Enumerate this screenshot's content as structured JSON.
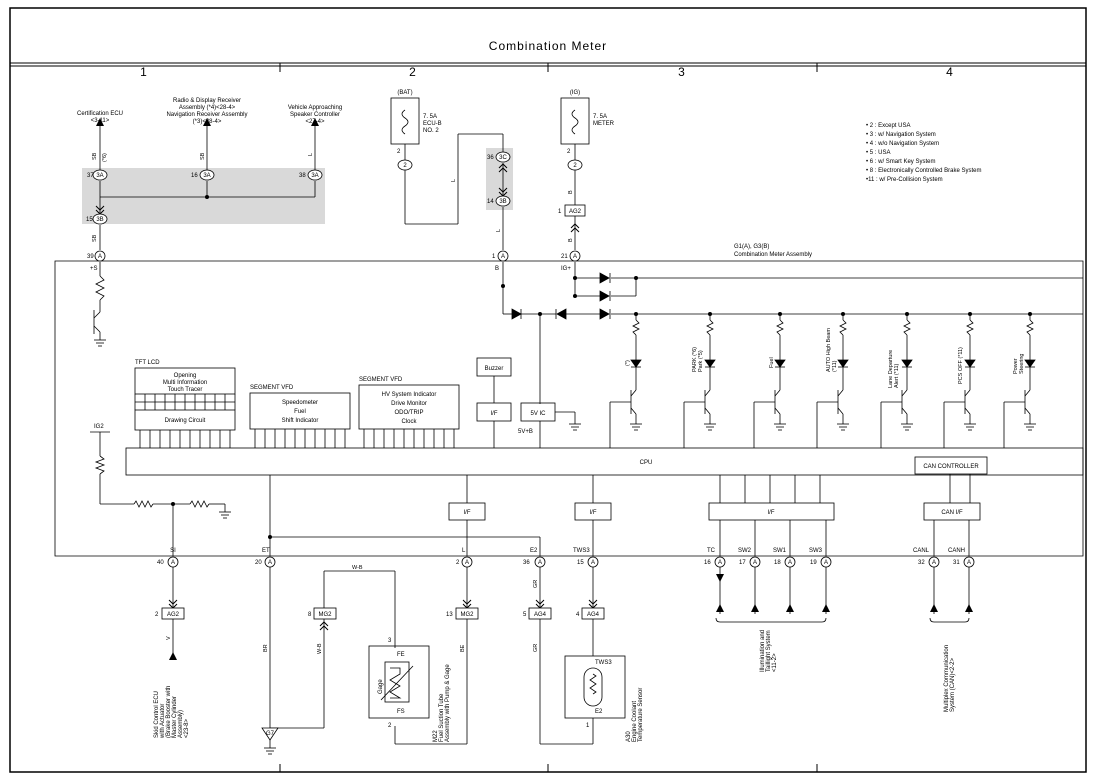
{
  "title": "Combination Meter",
  "columns": [
    "1",
    "2",
    "3",
    "4"
  ],
  "legend": [
    "• 2 : Except USA",
    "• 3 : w/ Navigation System",
    "• 4 : w/o Navigation System",
    "• 5 : USA",
    "• 6 : w/ Smart Key System",
    "• 8 : Electronically Controlled Brake System",
    "•11 : w/ Pre-Collision System"
  ],
  "top_components": {
    "cert_ecu": [
      "Certification ECU",
      "<3-11>"
    ],
    "radio": [
      "Radio & Display Receiver",
      "Assembly (*4)<28-4>",
      "Navigation Receiver Assembly",
      "(*3)<28-4>"
    ],
    "vehicle_approach": [
      "Vehicle Approaching",
      "Speaker Controller",
      "<27-4>"
    ],
    "bat_label": "(BAT)",
    "bat_fuse": [
      "7. 5A",
      "ECU-B",
      "NO. 2"
    ],
    "ig_label": "(IG)",
    "ig_fuse": [
      "7. 5A",
      "METER"
    ]
  },
  "wires": {
    "sb": "SB",
    "sb6": "(*6)",
    "l": "L",
    "b": "B",
    "w_b": "W-B",
    "br": "BR",
    "be": "BE",
    "gr": "GR",
    "v": "V"
  },
  "connectors": {
    "c37": "37",
    "c16": "16",
    "c38": "38",
    "c15": "15",
    "j3a": "3A",
    "j3b": "3B",
    "j3c": "3C",
    "c36t": "36",
    "c14t": "14",
    "c2": "2",
    "c1": "1",
    "ag2": "AG2",
    "mg2": "MG2",
    "ag4": "AG4",
    "g7": "G7",
    "n8": "8",
    "n13": "13",
    "n5": "5",
    "n4": "4",
    "n3": "3",
    "n1": "1"
  },
  "meter_assembly": [
    "G1(A), G3(B)",
    "Combination Meter Assembly"
  ],
  "pins_top": [
    {
      "num": "39",
      "pin": "A",
      "sig": "+S"
    },
    {
      "num": "1",
      "pin": "A",
      "sig": "B"
    },
    {
      "num": "21",
      "pin": "A",
      "sig": "IG+"
    }
  ],
  "pins_bottom": [
    {
      "sig": "SI",
      "num": "40",
      "pin": "A"
    },
    {
      "sig": "ET",
      "num": "20",
      "pin": "A"
    },
    {
      "sig": "L",
      "num": "2",
      "pin": "A"
    },
    {
      "sig": "E2",
      "num": "36",
      "pin": "A"
    },
    {
      "sig": "TWS3",
      "num": "15",
      "pin": "A"
    },
    {
      "sig": "TC",
      "num": "16",
      "pin": "A"
    },
    {
      "sig": "SW2",
      "num": "17",
      "pin": "A"
    },
    {
      "sig": "SW1",
      "num": "18",
      "pin": "A"
    },
    {
      "sig": "SW3",
      "num": "19",
      "pin": "A"
    },
    {
      "sig": "CANL",
      "num": "32",
      "pin": "A"
    },
    {
      "sig": "CANH",
      "num": "31",
      "pin": "A"
    }
  ],
  "blocks": {
    "tft_lcd": "TFT LCD",
    "tft_lines": [
      "Opening",
      "Multi Information",
      "Touch Tracer"
    ],
    "drawing_circuit": "Drawing Circuit",
    "seg_vfd1": "SEGMENT VFD",
    "seg_vfd1_lines": [
      "Speedometer",
      "Fuel",
      "Shift Indicator"
    ],
    "seg_vfd2": "SEGMENT VFD",
    "seg_vfd2_lines": [
      "HV System Indicator",
      "Drive Monitor",
      "ODO/TRIP",
      "Clock"
    ],
    "buzzer": "Buzzer",
    "if": "I/F",
    "sv_ic": "5V IC",
    "sv_b": "5V+B",
    "cpu": "CPU",
    "can_controller": "CAN CONTROLLER",
    "can_if": "CAN I/F",
    "ig2": "IG2"
  },
  "indicators": [
    [
      "(*)"
    ],
    [
      "PARK (*6)",
      "Park (*5)"
    ],
    [
      "Fuel"
    ],
    [
      "AUTO High Beam",
      "(*11)"
    ],
    [
      "Lane Departure",
      "Alert (*11)"
    ],
    [
      "PCS OFF (*11)"
    ],
    [
      "Power",
      "Steering"
    ]
  ],
  "bottom_components": {
    "skid": [
      "Skid Control ECU",
      "with Actuator",
      "(Brake Booster with",
      "Master Cylinder",
      "Assembly)",
      "<23-8>"
    ],
    "fuel_gage": [
      "M22",
      "Fuel Suction Tube",
      "Assembly with Pump & Gage"
    ],
    "gage": "Gage",
    "fe": "FE",
    "fs": "FS",
    "coolant": [
      "A30",
      "Engine Coolant",
      "Temperature Sensor"
    ],
    "tws3": "TWS3",
    "e2": "E2",
    "illum": [
      "Illumination and",
      "Taillight System",
      "<11-2>"
    ],
    "mux": [
      "Multiplex Communication",
      "System (CAN)<2-2>"
    ]
  }
}
